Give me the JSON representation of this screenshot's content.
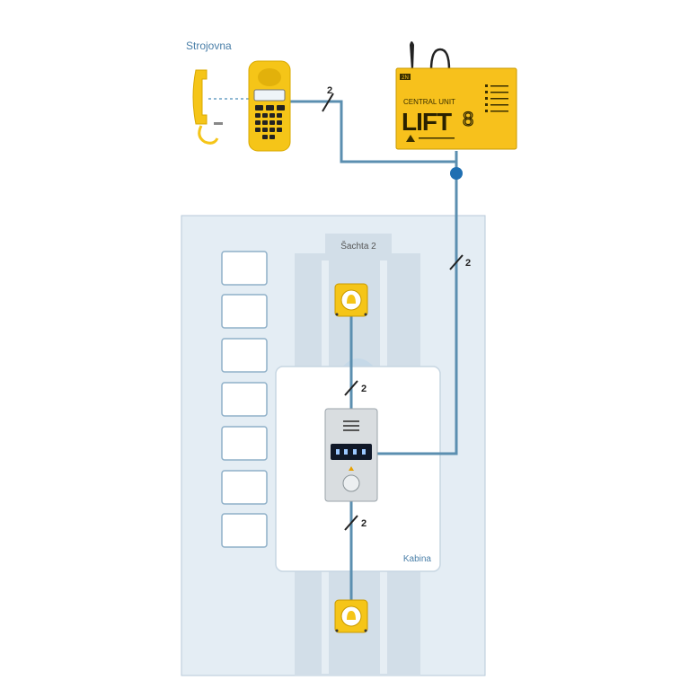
{
  "labels": {
    "machine_room": "Strojovna",
    "shaft": "Šachta 2",
    "cabin": "Kabina",
    "wire_count": "2"
  },
  "central_unit": {
    "badge": "2N",
    "subtitle": "CENTRAL UNIT",
    "logo_main": "LIFT",
    "logo_num": "8"
  },
  "colors": {
    "wire": "#5b8fb0",
    "node": "#1f6fb2",
    "device_yellow": "#f5c518",
    "building_bg": "#e3ecf3",
    "shaft_bg": "#d3dfe9",
    "label_blue": "#4a7fa8"
  },
  "icons": [
    "telephone-handset-icon",
    "handheld-service-phone-icon",
    "bell-alarm-icon",
    "intercom-panel-icon"
  ]
}
